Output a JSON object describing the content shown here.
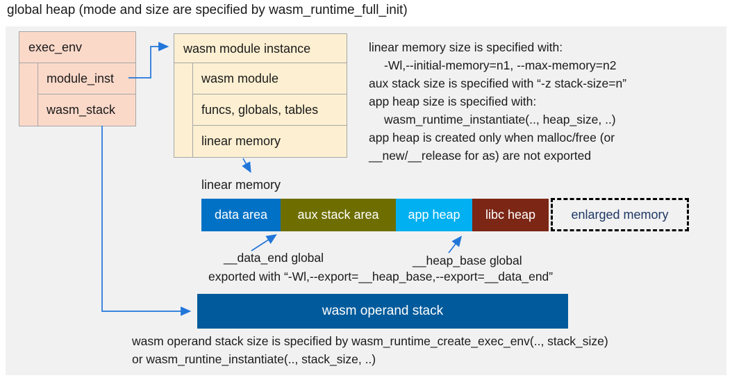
{
  "title": "global heap (mode and size are specified by wasm_runtime_full_init)",
  "exec_env": {
    "title": "exec_env",
    "rows": [
      "module_inst",
      "wasm_stack"
    ]
  },
  "module_instance": {
    "title": "wasm module instance",
    "rows": [
      "wasm module",
      "funcs, globals, tables",
      "linear memory"
    ]
  },
  "notes_top": {
    "lines": [
      "linear memory size is specified with:",
      "-Wl,--initial-memory=n1, --max-memory=n2",
      "aux stack size is specified with “-z stack-size=n”",
      "app heap size is specified with:",
      "wasm_runtime_instantiate(.., heap_size, ..)",
      "app heap is created only when malloc/free (or",
      "__new/__release for as) are not exported"
    ]
  },
  "linear_memory": {
    "label": "linear memory",
    "segments": [
      {
        "label": "data area",
        "color": "#0071c5"
      },
      {
        "label": "aux stack area",
        "color": "#6e6e00"
      },
      {
        "label": "app heap",
        "color": "#00b0f0"
      },
      {
        "label": "libc heap",
        "color": "#7c2615"
      }
    ],
    "enlarged_label": "enlarged memory"
  },
  "globals_labels": {
    "data_end": "__data_end global",
    "heap_base": "__heap_base global",
    "exported": "exported with “-Wl,--export=__heap_base,--export=__data_end”"
  },
  "operand_stack": {
    "label": "wasm operand stack",
    "note_lines": [
      "wasm operand stack size is specified by wasm_runtime_create_exec_env(.., stack_size)",
      "or wasm_runtine_instantiate(.., stack_size, ..)"
    ]
  },
  "colors": {
    "panel_bg": "#f1f1f2",
    "exec_env_fill": "#fbd9c9",
    "instance_fill": "#fdf0d2",
    "enlarged_text": "#1f3864",
    "operand_stack_fill": "#005a9b",
    "arrow": "#2176d9"
  }
}
